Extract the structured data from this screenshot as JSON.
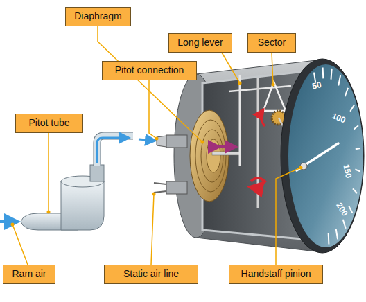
{
  "diagram": {
    "nodes": [
      {
        "text": [
          "Diaphragm"
        ]
      },
      {
        "text": [
          "Long lever"
        ]
      },
      {
        "text": [
          "Sector"
        ]
      },
      {
        "text": [
          "Pitot connection"
        ]
      },
      {
        "text": [
          "Pitot tube"
        ]
      },
      {
        "text": [
          "Ram air"
        ]
      },
      {
        "text": [
          "Static air line"
        ]
      },
      {
        "text": [
          "Handstaff pinion"
        ]
      }
    ],
    "labels": [
      "50",
      "100",
      "150",
      "200"
    ]
  }
}
